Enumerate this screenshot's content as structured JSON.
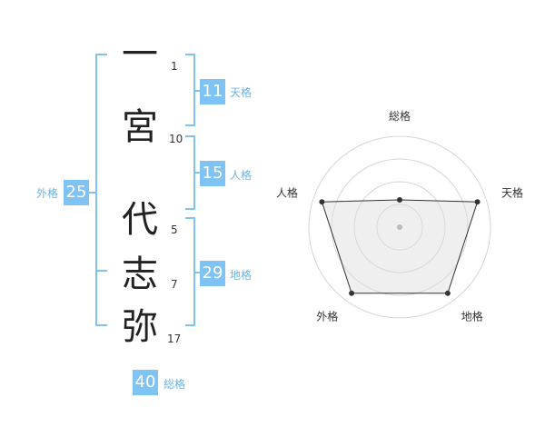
{
  "name": [
    {
      "char": "一",
      "strokes": "1"
    },
    {
      "char": "宮",
      "strokes": "10"
    },
    {
      "char": "代",
      "strokes": "5"
    },
    {
      "char": "志",
      "strokes": "7"
    },
    {
      "char": "弥",
      "strokes": "17"
    }
  ],
  "kaku": {
    "tenkaku": {
      "value": "11",
      "label": "天格"
    },
    "jinkaku": {
      "value": "15",
      "label": "人格"
    },
    "chikaku": {
      "value": "29",
      "label": "地格"
    },
    "gaikaku": {
      "value": "25",
      "label": "外格"
    },
    "soukaku": {
      "value": "40",
      "label": "総格"
    }
  },
  "colors": {
    "bracket": "#7fc3f4",
    "badge": "#7fc3f4",
    "label": "#6ab4e8"
  },
  "chart_data": {
    "type": "radar",
    "axes": [
      "総格",
      "天格",
      "地格",
      "外格",
      "人格"
    ],
    "values": [
      0.3,
      0.9,
      0.9,
      0.9,
      0.9
    ],
    "range": [
      0,
      1
    ],
    "rings": 4
  }
}
